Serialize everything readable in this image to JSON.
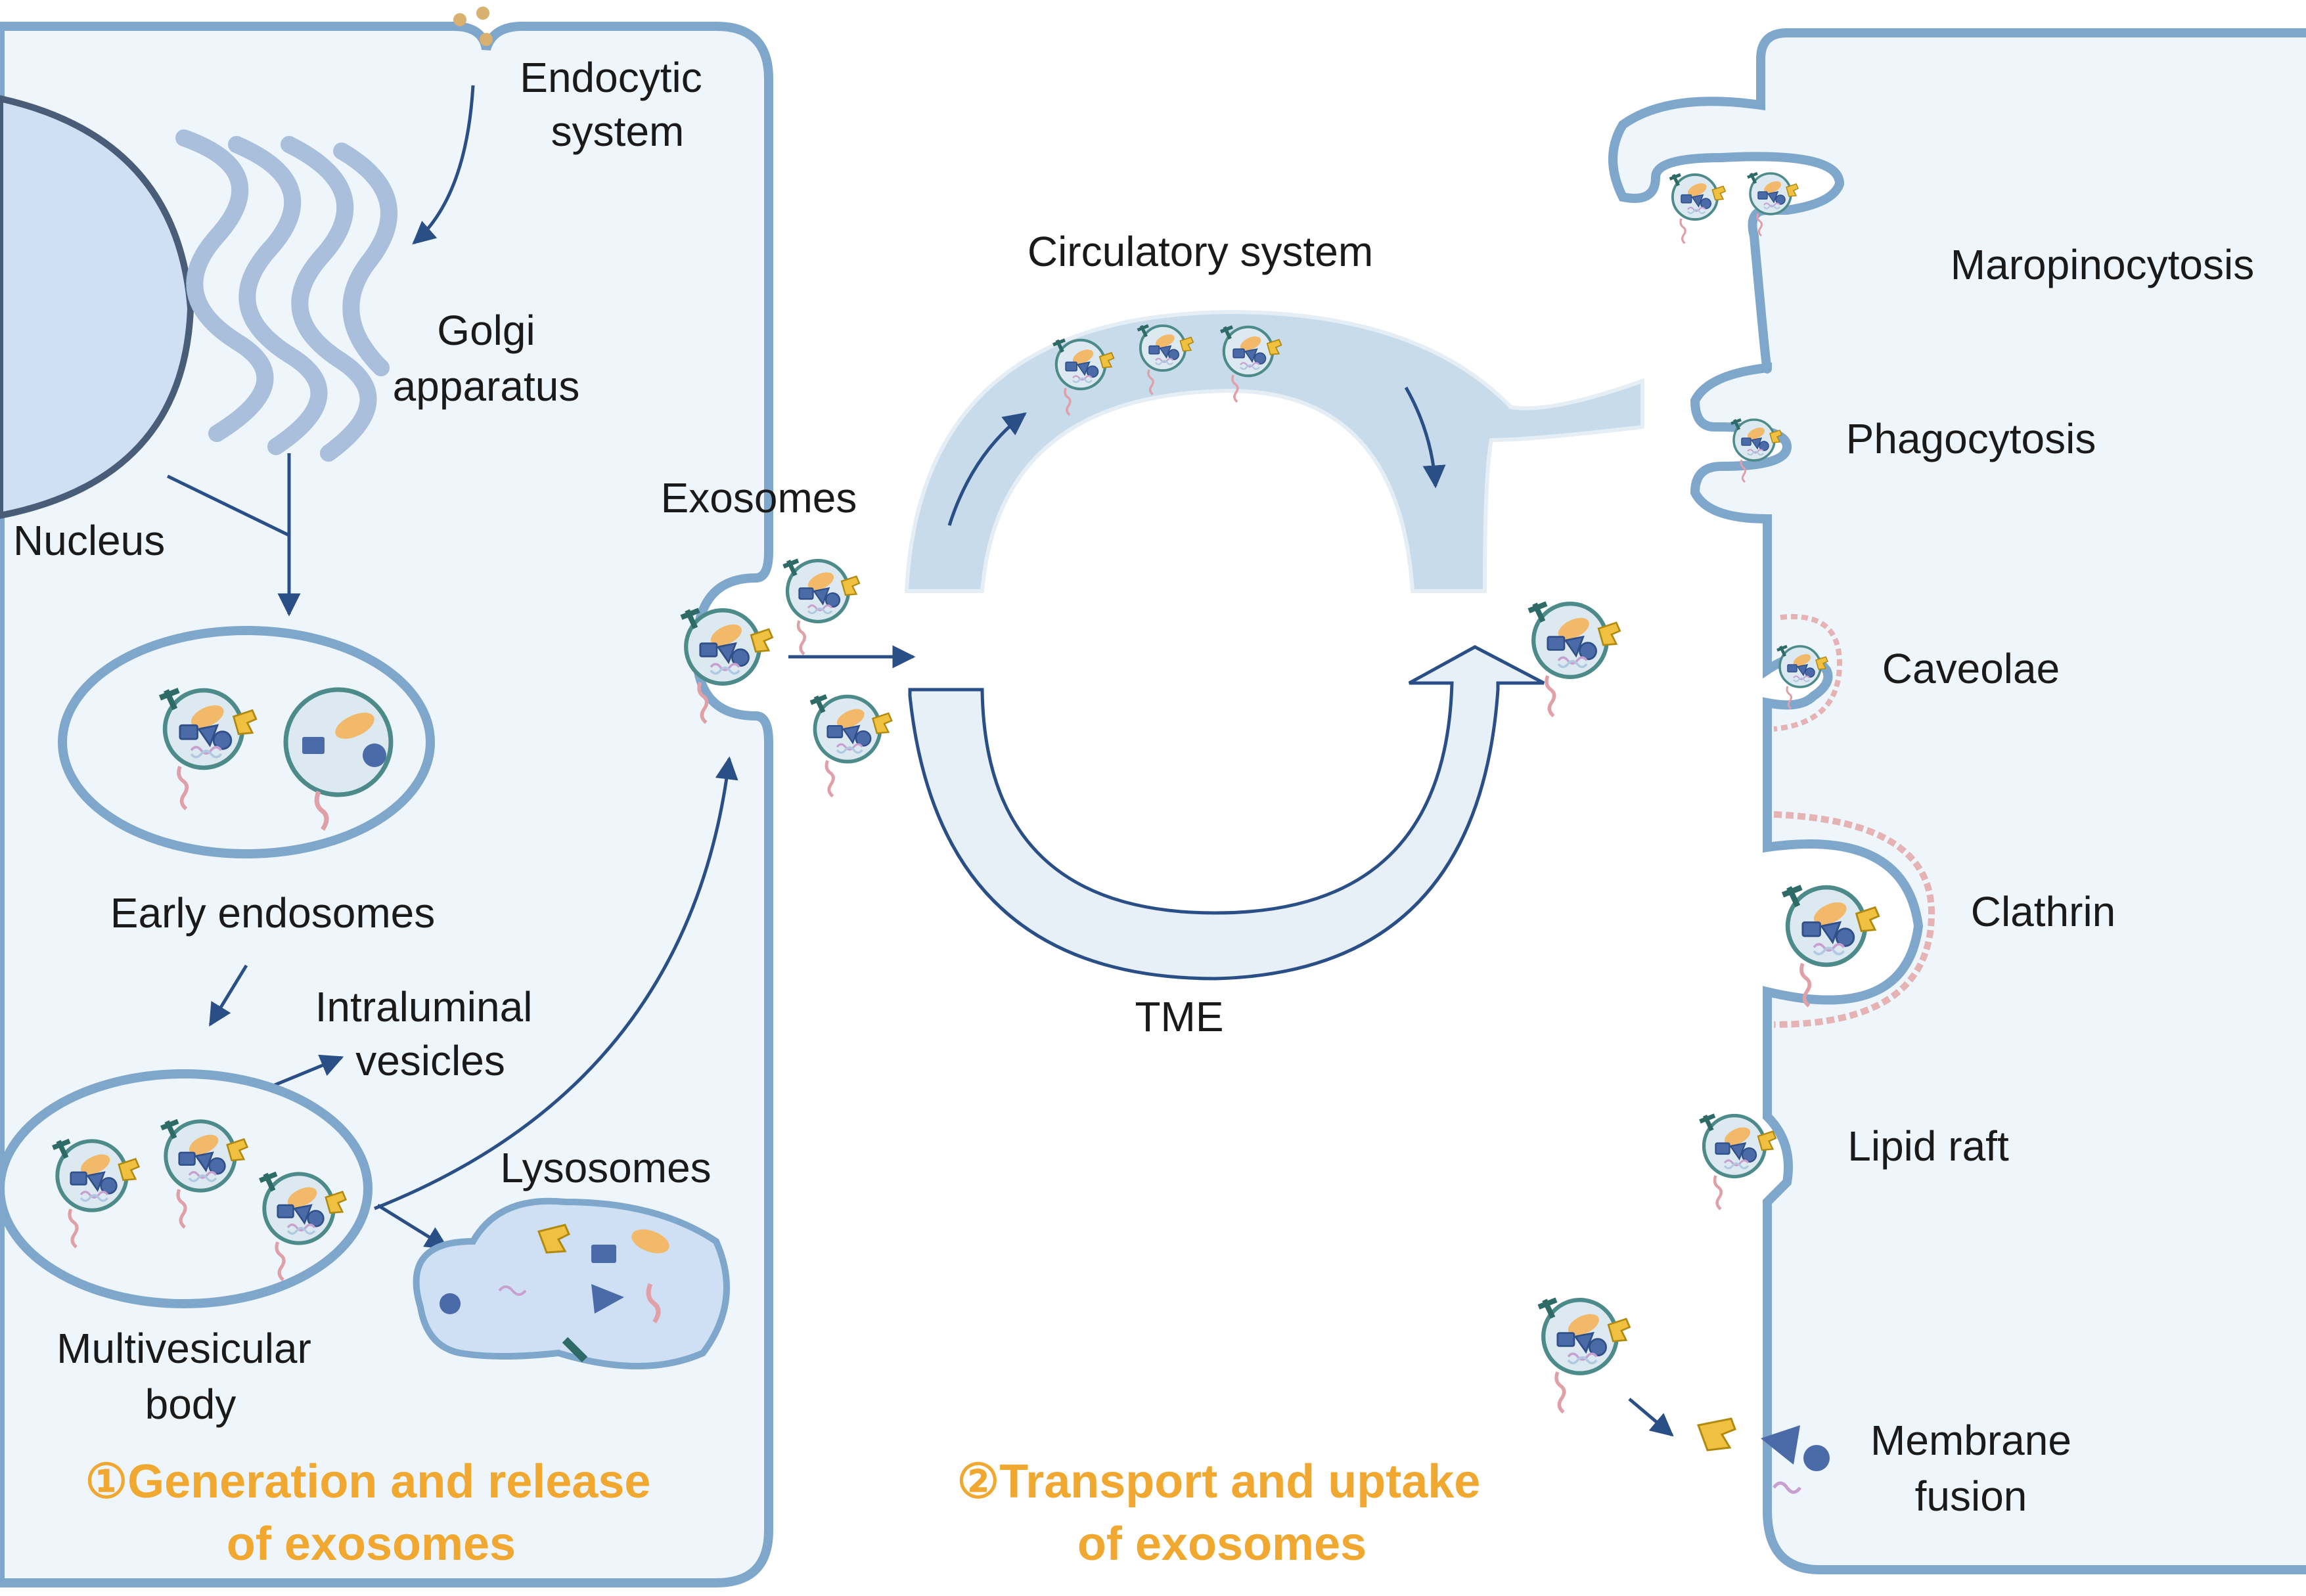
{
  "cell_left": {
    "labels": {
      "endocytic_1": "Endocytic",
      "endocytic_2": "system",
      "golgi_1": "Golgi",
      "golgi_2": "apparatus",
      "nucleus": "Nucleus",
      "early_endosomes": "Early endosomes",
      "intraluminal_1": "Intraluminal",
      "intraluminal_2": "vesicles",
      "lysosomes": "Lysosomes",
      "mvb_1": "Multivesicular",
      "mvb_2": "body",
      "exosomes": "Exosomes"
    },
    "title_1": "①Generation and release",
    "title_2": "of exosomes"
  },
  "middle": {
    "circulatory": "Circulatory system",
    "tme": "TME",
    "title_1": "②Transport and uptake",
    "title_2": "of exosomes"
  },
  "cell_right": {
    "uptake": {
      "macropinocytosis": "Maropinocytosis",
      "phagocytosis": "Phagocytosis",
      "caveolae": "Caveolae",
      "clathrin": "Clathrin",
      "lipid_raft": "Lipid raft",
      "fusion_1": "Membrane",
      "fusion_2": "fusion"
    }
  },
  "colors": {
    "membrane": "#7fa7cb",
    "cytoplasm": "#eef5fb",
    "exosome_fill": "#dde9f1",
    "exosome_edge": "#4d8a8a",
    "accent_yellow": "#f0c040",
    "title_orange": "#f0a830",
    "arrow": "#2a4f86",
    "protein_blue": "#4a6aa8",
    "lipid_orange": "#f2b96a",
    "clathrin_pink": "#e5b3b3"
  },
  "icons": [
    "exosome-icon",
    "arrow-icon"
  ]
}
